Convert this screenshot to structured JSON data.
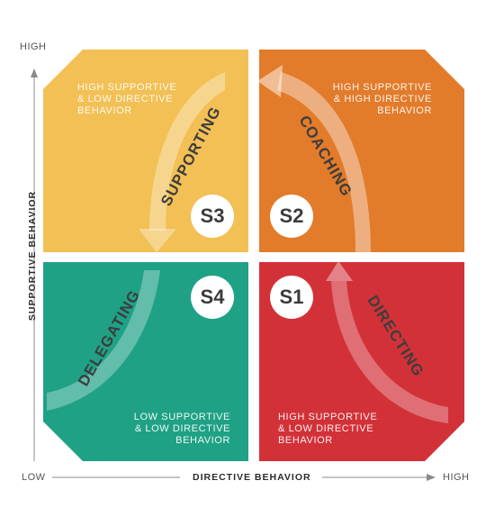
{
  "axes": {
    "y_high": "HIGH",
    "y_label": "SUPPORTIVE BEHAVIOR",
    "x_low": "LOW",
    "x_label": "DIRECTIVE BEHAVIOR",
    "x_high": "HIGH"
  },
  "quadrants": {
    "s3": {
      "badge": "S3",
      "style": "SUPPORTING",
      "description": [
        "HIGH SUPPORTIVE",
        "& LOW DIRECTIVE",
        "BEHAVIOR"
      ],
      "color": "#F2C054"
    },
    "s2": {
      "badge": "S2",
      "style": "COACHING",
      "description": [
        "HIGH SUPPORTIVE",
        "& HIGH DIRECTIVE",
        "BEHAVIOR"
      ],
      "color": "#E27B2A"
    },
    "s4": {
      "badge": "S4",
      "style": "DELEGATING",
      "description": [
        "LOW SUPPORTIVE",
        "& LOW DIRECTIVE",
        "BEHAVIOR"
      ],
      "color": "#1FA186"
    },
    "s1": {
      "badge": "S1",
      "style": "DIRECTING",
      "description": [
        "HIGH SUPPORTIVE",
        "& LOW DIRECTIVE",
        "BEHAVIOR"
      ],
      "color": "#D23138"
    }
  }
}
